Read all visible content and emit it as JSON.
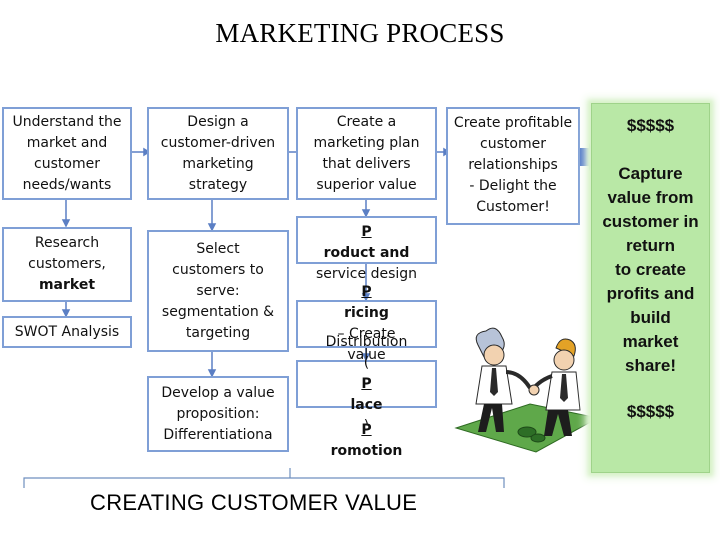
{
  "title": "MARKETING PROCESS",
  "col1": {
    "box1": [
      "Understand the",
      "market and",
      "customer",
      "needs/wants"
    ],
    "box2": [
      "Research",
      "customers,",
      "market"
    ],
    "box3": [
      "SWOT Analysis"
    ]
  },
  "col2": {
    "box1": [
      "Design a",
      "customer-driven",
      "marketing",
      "strategy"
    ],
    "box2": [
      "Select",
      "customers to",
      "serve:",
      "segmentation &",
      "targeting"
    ],
    "box3": [
      "Develop a value",
      "proposition:",
      "Differentiationa"
    ]
  },
  "col3": {
    "box1": [
      "Create a",
      "marketing plan",
      "that delivers",
      "superior value"
    ],
    "box2": {
      "key": "P",
      "rest": "roduct and",
      "line2": "service design"
    },
    "box3": {
      "key": "P",
      "rest": "ricing",
      "after": " – Create",
      "line2": "value"
    },
    "box4": {
      "line1": "Distribution",
      "pre": "(",
      "key": "P",
      "rest": "lace",
      "post": ")"
    },
    "box5": {
      "key": "P",
      "rest": "romotion"
    }
  },
  "col4": {
    "box1": [
      "Create profitable",
      "customer",
      "relationships",
      "- Delight the",
      "Customer!"
    ]
  },
  "col5": {
    "top": "$$$$$",
    "middle": [
      "Capture",
      "value from",
      "customer in",
      "return",
      "to create",
      "profits and",
      "build",
      "market",
      "share!"
    ],
    "bottom": "$$$$$"
  },
  "footer": "CREATING CUSTOMER VALUE",
  "colors": {
    "box_border": "#7f9fd6",
    "arrow": "#5b7fc4",
    "green_panel": "#b9e8a6",
    "brace": "#6f8fbf"
  },
  "icons": [
    "handshake-clipart",
    "arrow-right-icon"
  ]
}
